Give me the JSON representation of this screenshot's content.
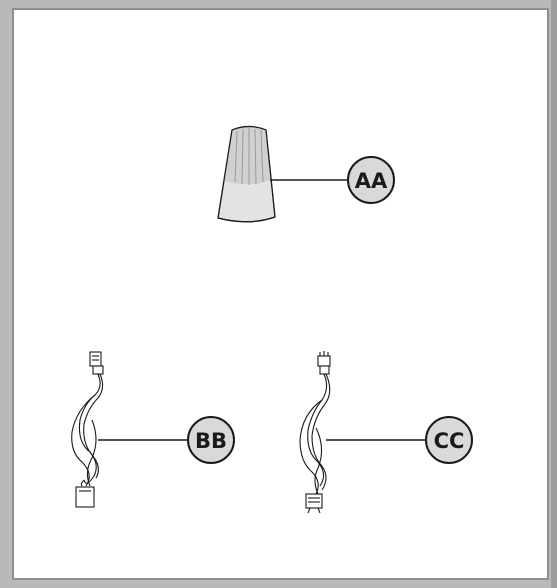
{
  "parts": {
    "aa": {
      "label": "AA",
      "icon": "wire-nut-icon"
    },
    "bb": {
      "label": "BB",
      "icon": "wire-harness-connector-icon"
    },
    "cc": {
      "label": "CC",
      "icon": "wire-harness-plug-icon"
    }
  },
  "colors": {
    "background": "#b9b9b9",
    "panel": "#ffffff",
    "callout_fill": "#d9d9d9",
    "line": "#1a1a1a"
  }
}
